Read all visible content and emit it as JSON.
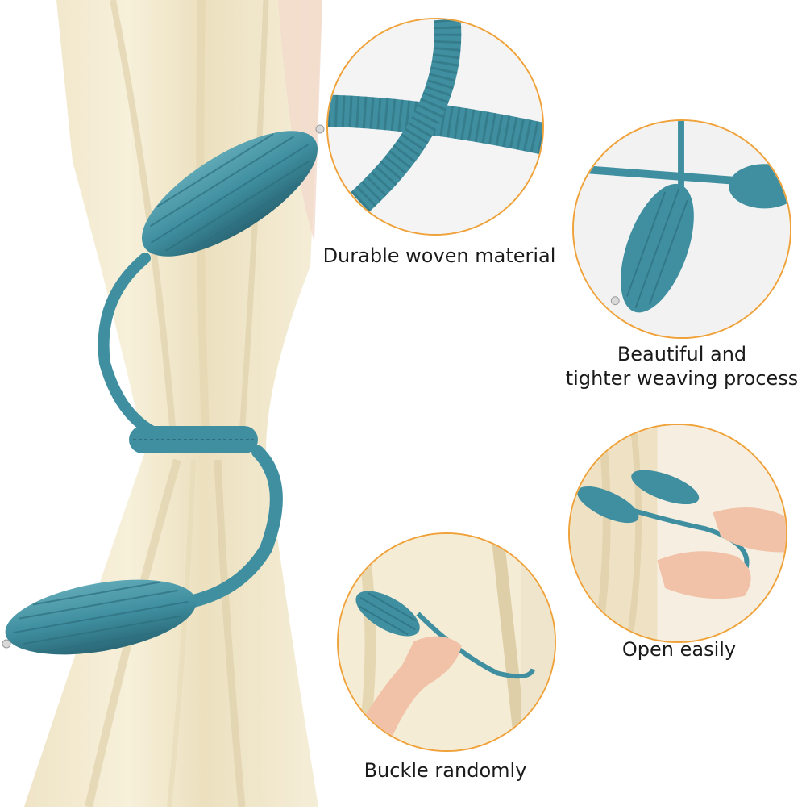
{
  "features": [
    {
      "caption": "Durable woven material"
    },
    {
      "caption_line1": "Beautiful and",
      "caption_line2": "tighter weaving process"
    },
    {
      "caption": "Open easily"
    },
    {
      "caption": "Buckle randomly"
    }
  ],
  "colors": {
    "tieback": "#3f8fa0",
    "tieback_dark": "#2d6f7e",
    "curtain": "#f3ead2",
    "circle_border": "#f0a23a",
    "skin": "#f1c2a8"
  }
}
